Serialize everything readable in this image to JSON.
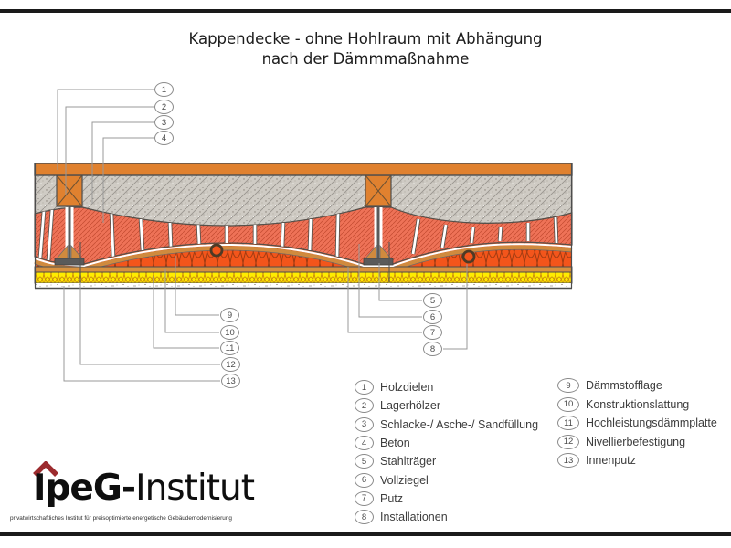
{
  "title": {
    "line1": "Kappendecke - ohne Hohlraum mit Abhängung",
    "line2": "nach der Dämmmaßnahme"
  },
  "drawing_callouts": [
    "1",
    "2",
    "3",
    "4",
    "5",
    "6",
    "7",
    "8",
    "9",
    "10",
    "11",
    "12",
    "13"
  ],
  "legend": {
    "col1": [
      {
        "num": "1",
        "label": "Holzdielen"
      },
      {
        "num": "2",
        "label": "Lagerhölzer"
      },
      {
        "num": "3",
        "label": "Schlacke-/ Asche-/ Sandfüllung"
      },
      {
        "num": "4",
        "label": "Beton"
      },
      {
        "num": "5",
        "label": "Stahlträger"
      },
      {
        "num": "6",
        "label": "Vollziegel"
      },
      {
        "num": "7",
        "label": "Putz"
      },
      {
        "num": "8",
        "label": "Installationen"
      }
    ],
    "col2": [
      {
        "num": "9",
        "label": "Dämmstofflage"
      },
      {
        "num": "10",
        "label": "Konstruktionslattung"
      },
      {
        "num": "11",
        "label": "Hochleistungsdämmplatte"
      },
      {
        "num": "12",
        "label": "Nivellierbefestigung"
      },
      {
        "num": "13",
        "label": "Innenputz"
      }
    ]
  },
  "logo": {
    "wordmark_heavy": "IpeG-",
    "wordmark_light": "Institut",
    "tagline": "privatwirtschaftliches Institut für preisoptimierte energetische Gebäudemodernisierung"
  },
  "colors": {
    "wood": "#E0812F",
    "slag_fill": "#CFCBC4",
    "brick": "#EE7257",
    "steel": "#5A5A5A",
    "insulation_orange": "#F3551B",
    "battens": "#D8913F",
    "insulation_yellow": "#FFEC00",
    "logo_red": "#9C2B2E"
  }
}
